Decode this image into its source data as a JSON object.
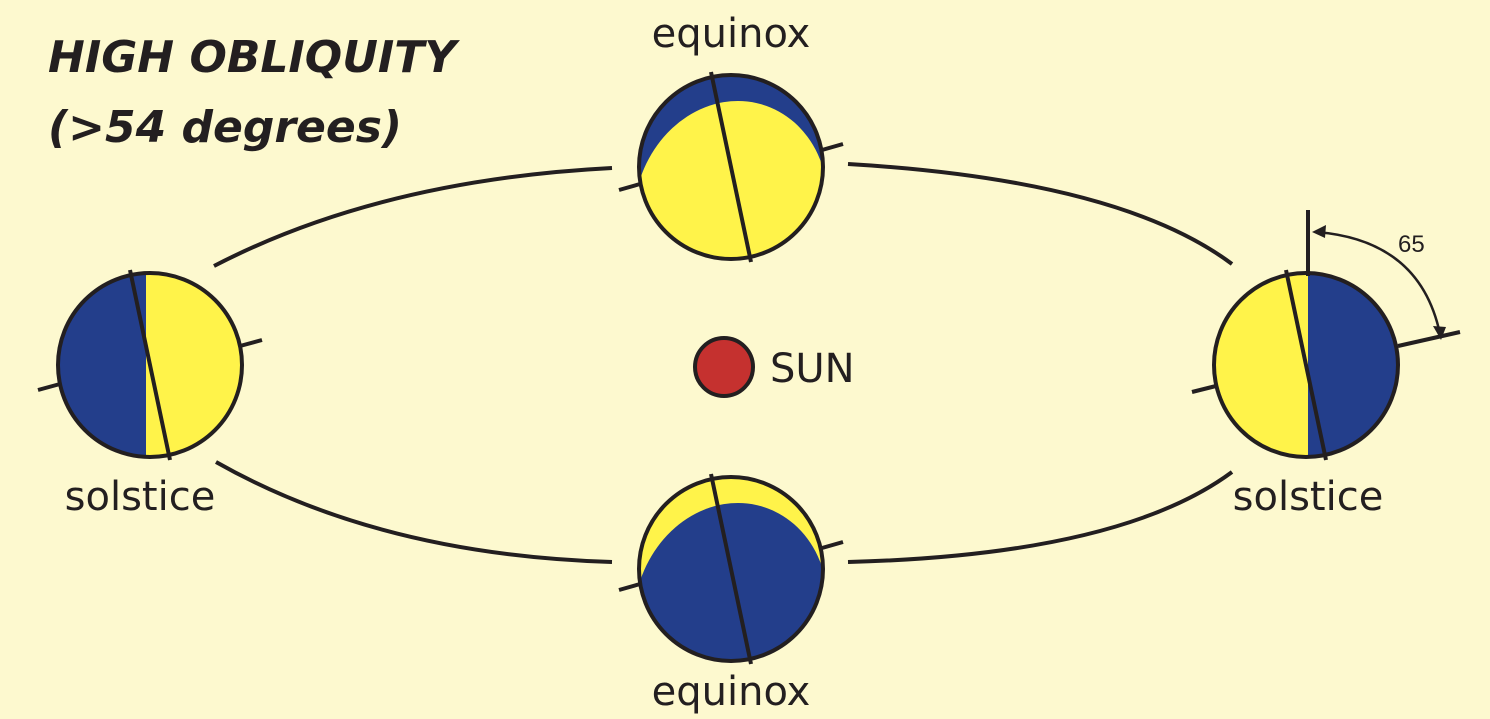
{
  "title": {
    "line1": "HIGH OBLIQUITY",
    "line2": "(>54 degrees)"
  },
  "labels": {
    "equinox_top": "equinox",
    "equinox_bottom": "equinox",
    "solstice_left": "solstice",
    "solstice_right": "solstice",
    "sun": "SUN",
    "angle": "65"
  },
  "colors": {
    "background": "#fdf9cf",
    "day": "#fff34a",
    "night": "#233e8b",
    "sun": "#c5312f",
    "line": "#231f20"
  }
}
